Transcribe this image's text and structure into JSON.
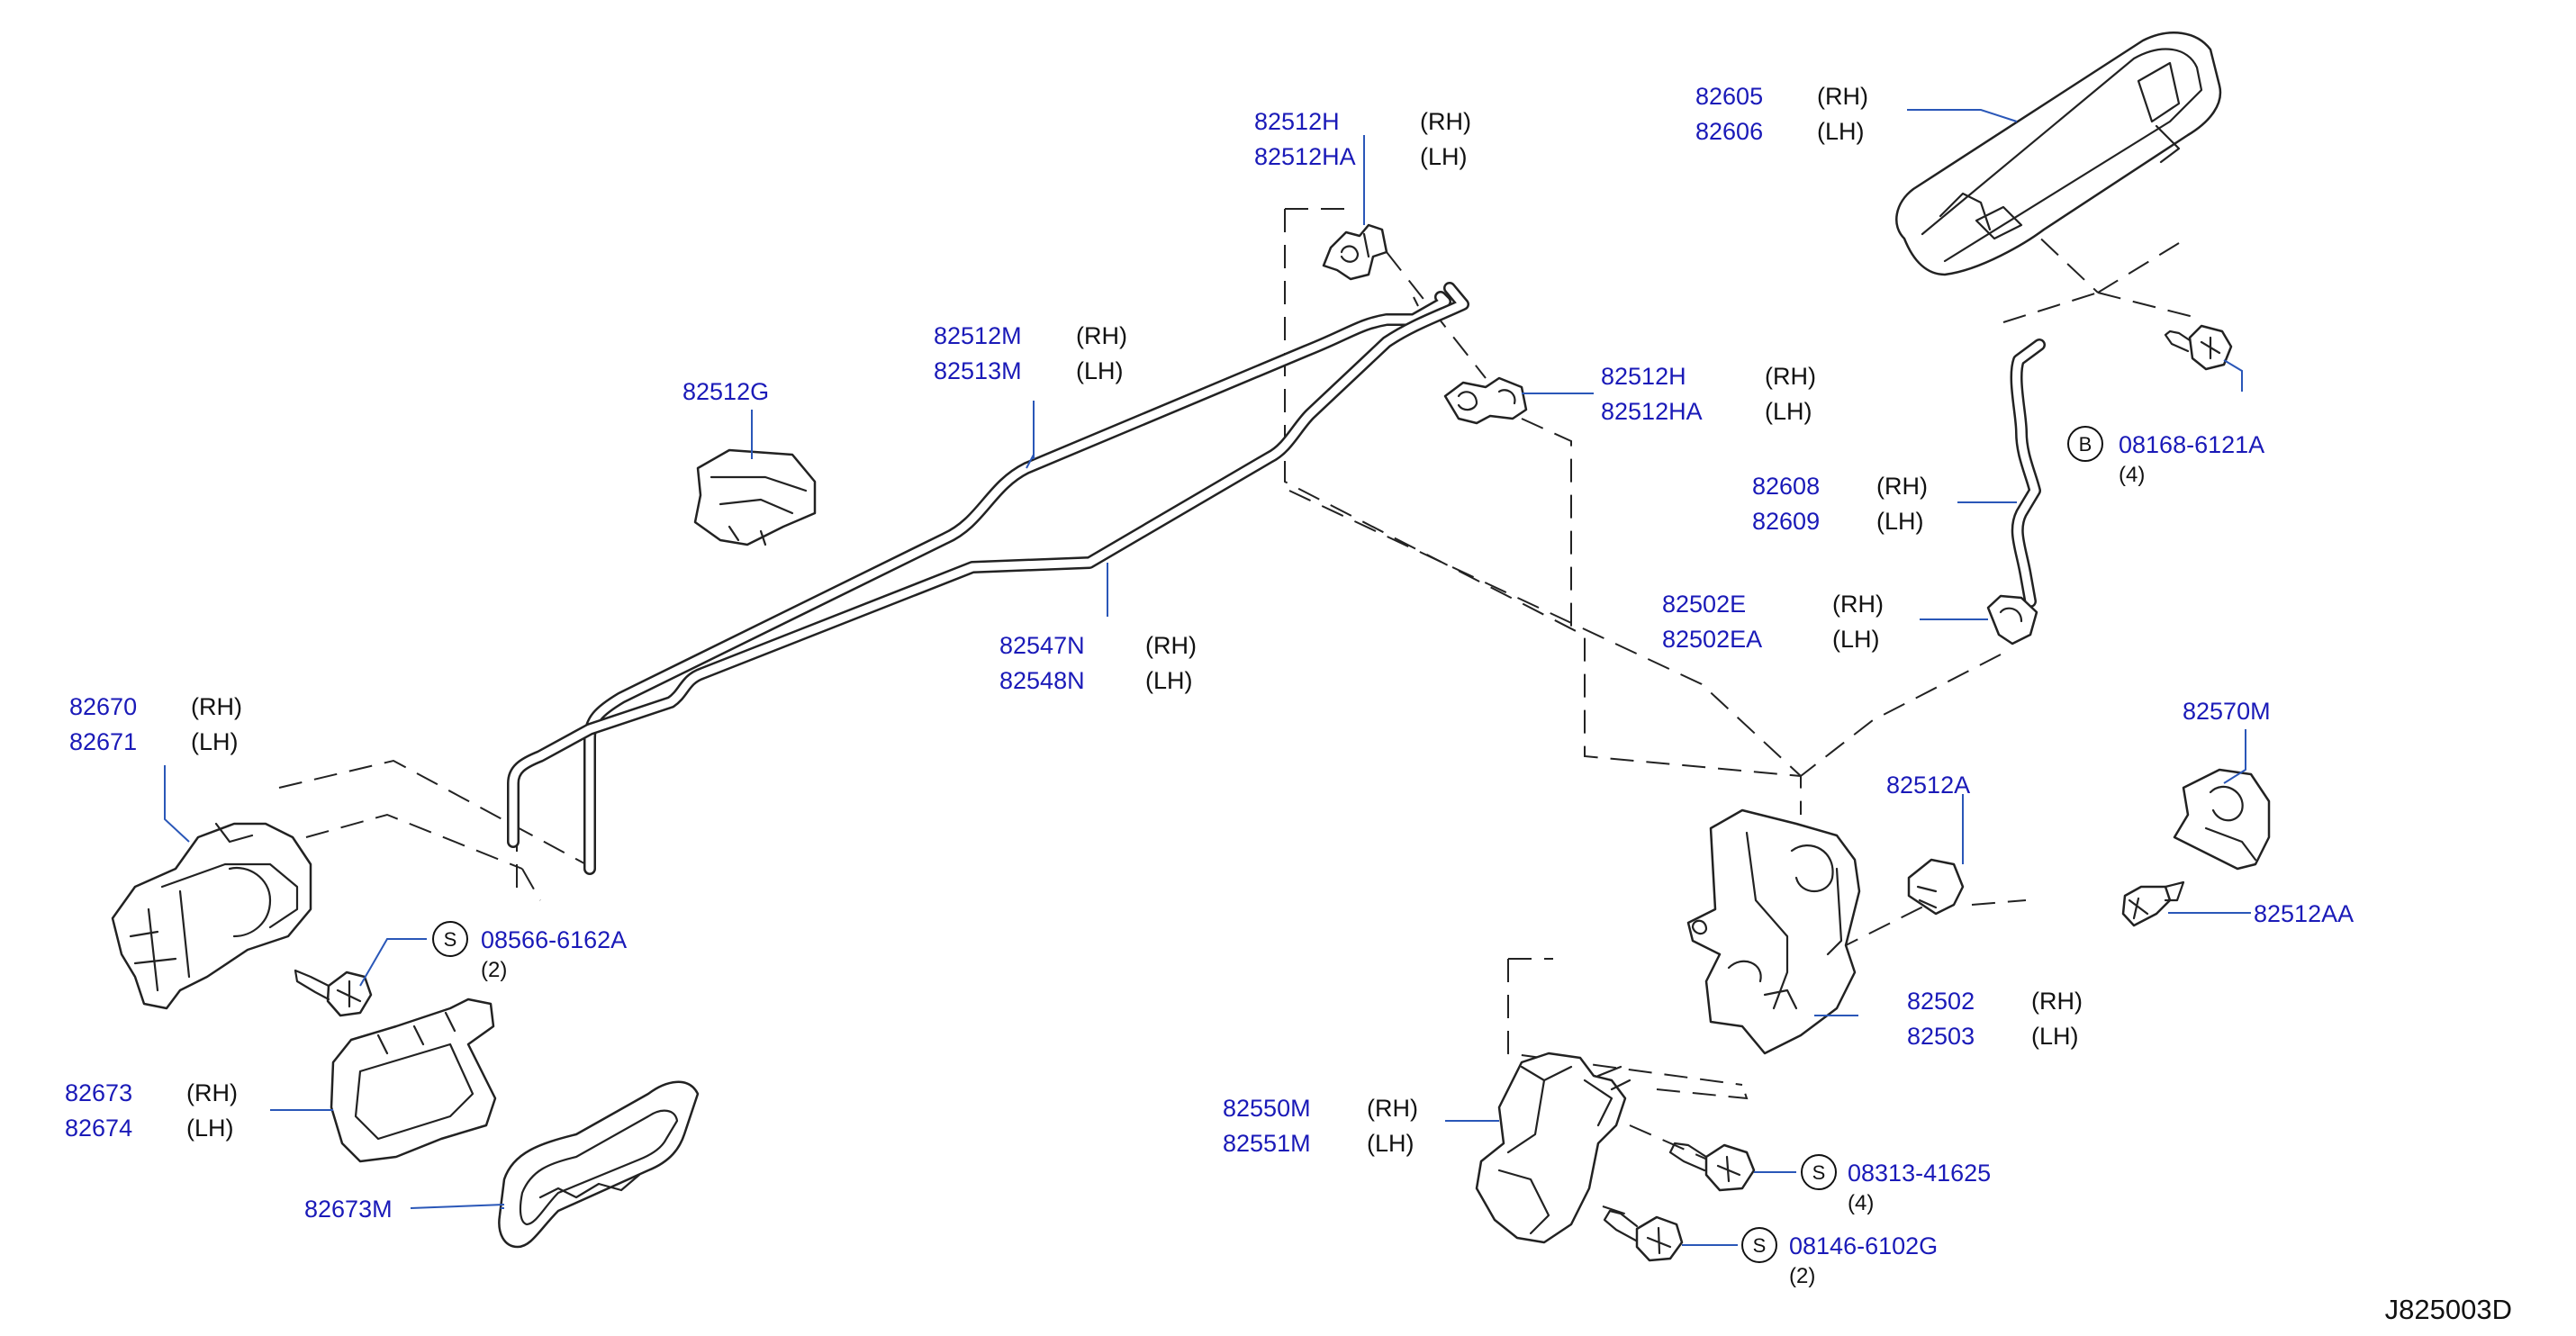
{
  "labels": {
    "p82512h_top": {
      "part": "82512H",
      "side": "(RH)"
    },
    "p82512ha_top": {
      "part": "82512HA",
      "side": "(LH)"
    },
    "p82605": {
      "part": "82605",
      "side": "(RH)"
    },
    "p82606": {
      "part": "82606",
      "side": "(LH)"
    },
    "p82512m": {
      "part": "82512M",
      "side": "(RH)"
    },
    "p82513m": {
      "part": "82513M",
      "side": "(LH)"
    },
    "p82512g": {
      "part": "82512G"
    },
    "p82512h_mid": {
      "part": "82512H",
      "side": "(RH)"
    },
    "p82512ha_mid": {
      "part": "82512HA",
      "side": "(LH)"
    },
    "p08168": {
      "symbol": "B",
      "part": "08168-6121A",
      "qty": "(4)"
    },
    "p82608": {
      "part": "82608",
      "side": "(RH)"
    },
    "p82609": {
      "part": "82609",
      "side": "(LH)"
    },
    "p82502e": {
      "part": "82502E",
      "side": "(RH)"
    },
    "p82502ea": {
      "part": "82502EA",
      "side": "(LH)"
    },
    "p82547n": {
      "part": "82547N",
      "side": "(RH)"
    },
    "p82548n": {
      "part": "82548N",
      "side": "(LH)"
    },
    "p82670": {
      "part": "82670",
      "side": "(RH)"
    },
    "p82671": {
      "part": "82671",
      "side": "(LH)"
    },
    "p82570m": {
      "part": "82570M"
    },
    "p82512a": {
      "part": "82512A"
    },
    "p82512aa": {
      "part": "82512AA"
    },
    "p08566": {
      "symbol": "S",
      "part": "08566-6162A",
      "qty": "(2)"
    },
    "p82502": {
      "part": "82502",
      "side": "(RH)"
    },
    "p82503": {
      "part": "82503",
      "side": "(LH)"
    },
    "p82673": {
      "part": "82673",
      "side": "(RH)"
    },
    "p82674": {
      "part": "82674",
      "side": "(LH)"
    },
    "p82550m": {
      "part": "82550M",
      "side": "(RH)"
    },
    "p82551m": {
      "part": "82551M",
      "side": "(LH)"
    },
    "p82673m": {
      "part": "82673M"
    },
    "p08313": {
      "symbol": "S",
      "part": "08313-41625",
      "qty": "(4)"
    },
    "p08146": {
      "symbol": "S",
      "part": "08146-6102G",
      "qty": "(2)"
    }
  },
  "diagram_code": "J825003D"
}
